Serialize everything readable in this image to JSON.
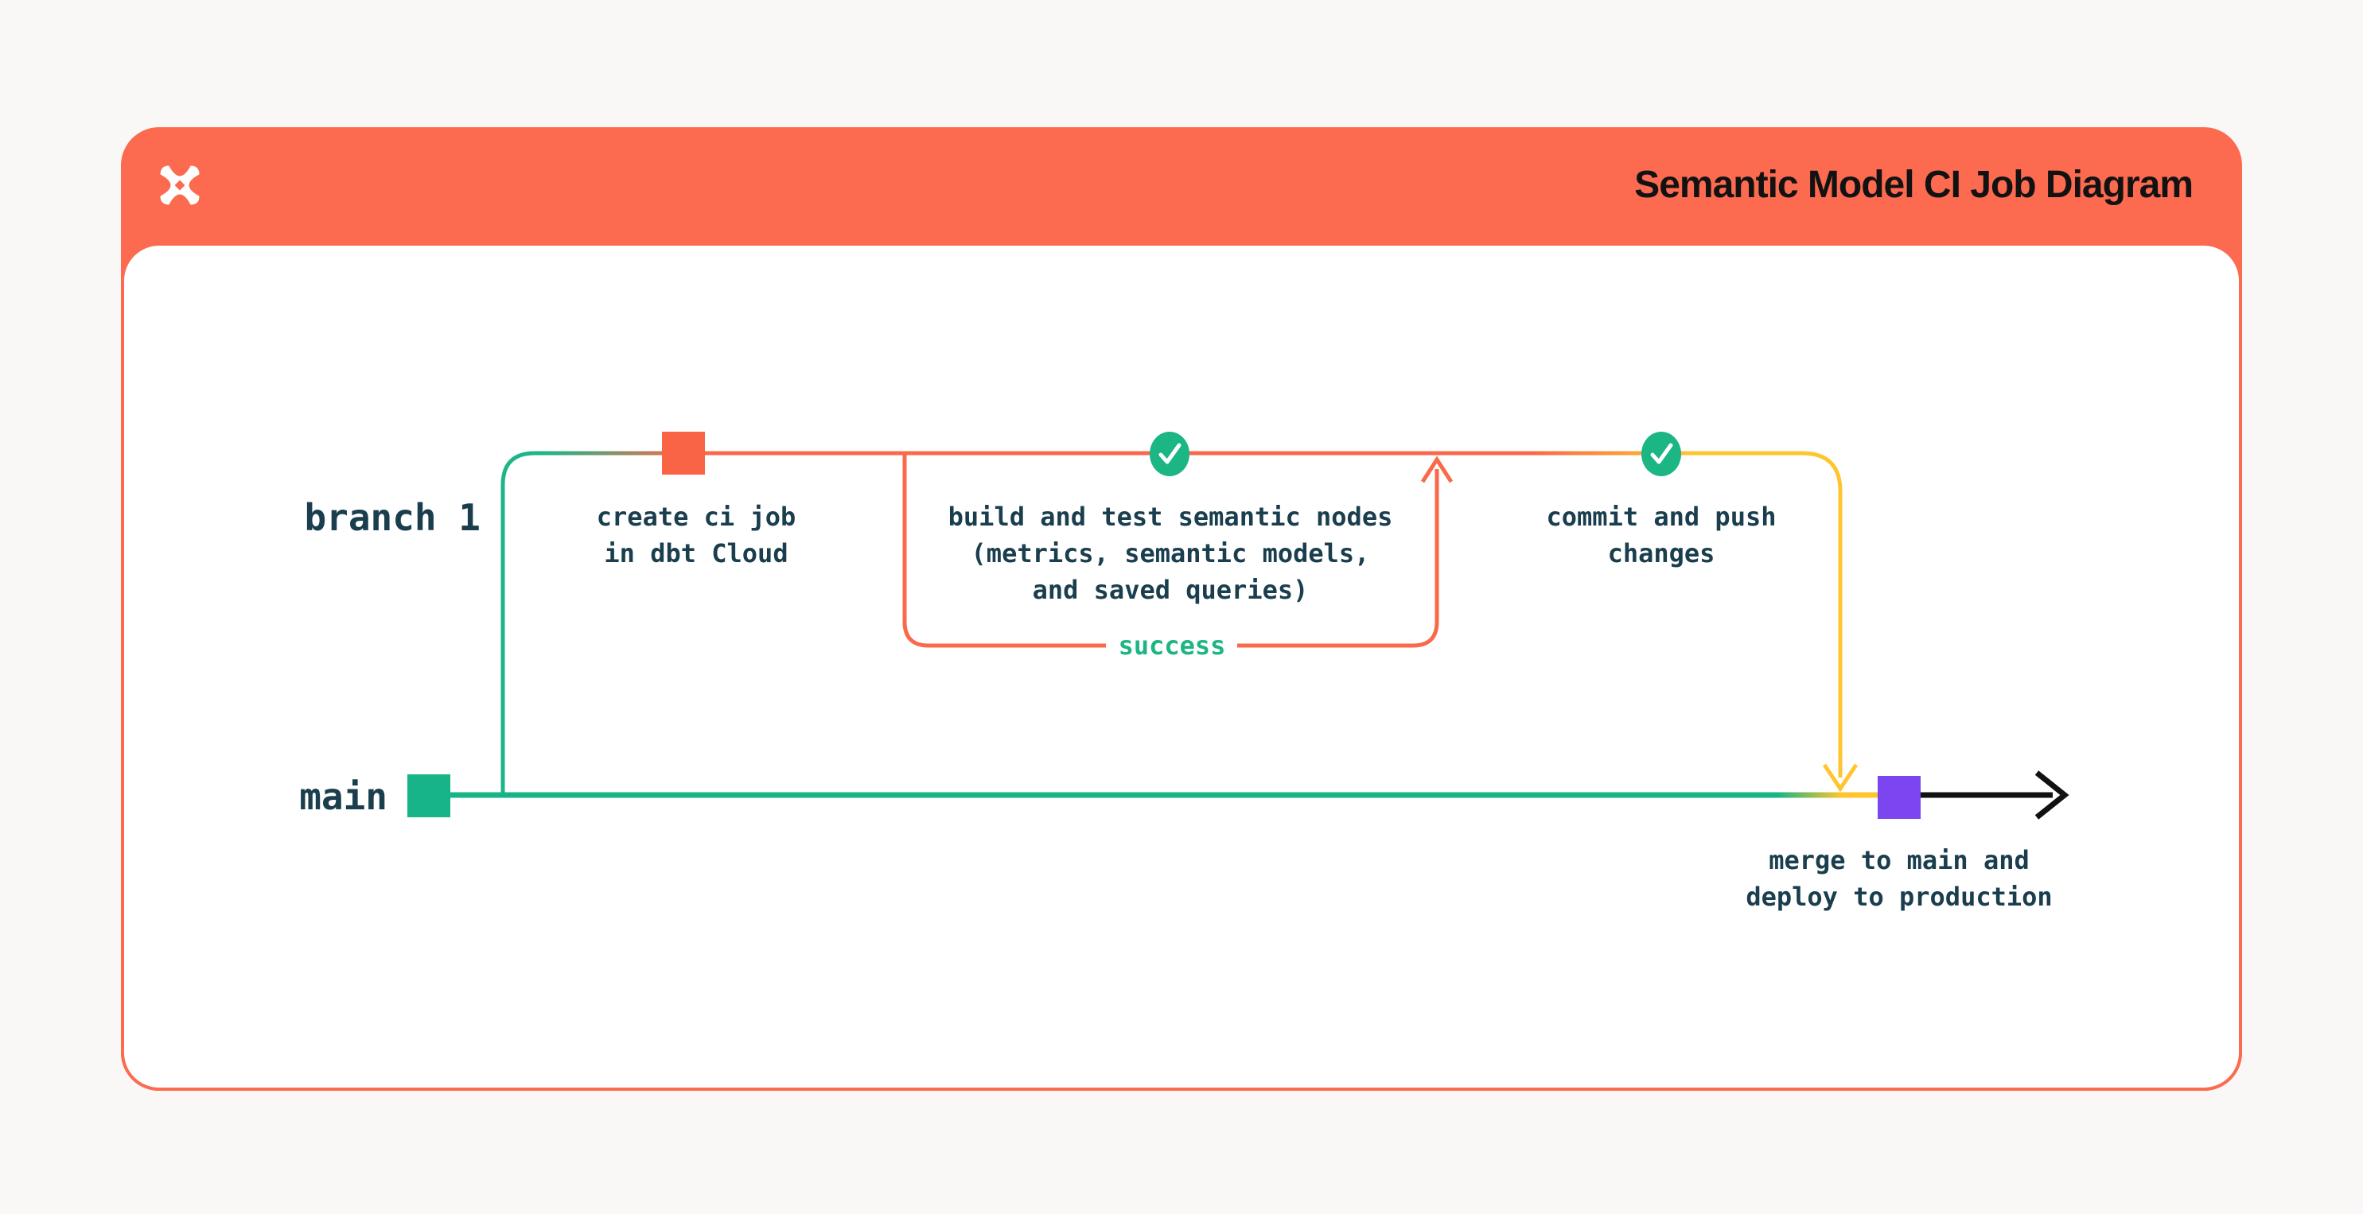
{
  "header": {
    "title": "Semantic Model CI Job Diagram",
    "logo": "dbt-logo"
  },
  "diagram": {
    "branches": [
      {
        "id": "branch-1",
        "label": "branch 1"
      },
      {
        "id": "main",
        "label": "main"
      }
    ],
    "nodes": [
      {
        "id": "create-ci-job",
        "marker": "orange-square",
        "label": "create ci job\nin dbt Cloud"
      },
      {
        "id": "build-test",
        "marker": "check-circle",
        "label": "build and test semantic nodes\n(metrics, semantic models,\nand saved queries)"
      },
      {
        "id": "commit-push",
        "marker": "check-circle",
        "label": "commit and push\nchanges"
      },
      {
        "id": "merge-deploy",
        "marker": "purple-square",
        "label": "merge to main and\ndeploy to production"
      }
    ],
    "loop_label": "success",
    "colors": {
      "header_coral": "#FC6A4F",
      "line_coral": "#F9694A",
      "teal_green": "#17B487",
      "yellow": "#FFC52F",
      "purple": "#7B45EF",
      "label_text": "#1A3E4E",
      "success_green": "#1CB584",
      "title_text": "#121212"
    }
  }
}
